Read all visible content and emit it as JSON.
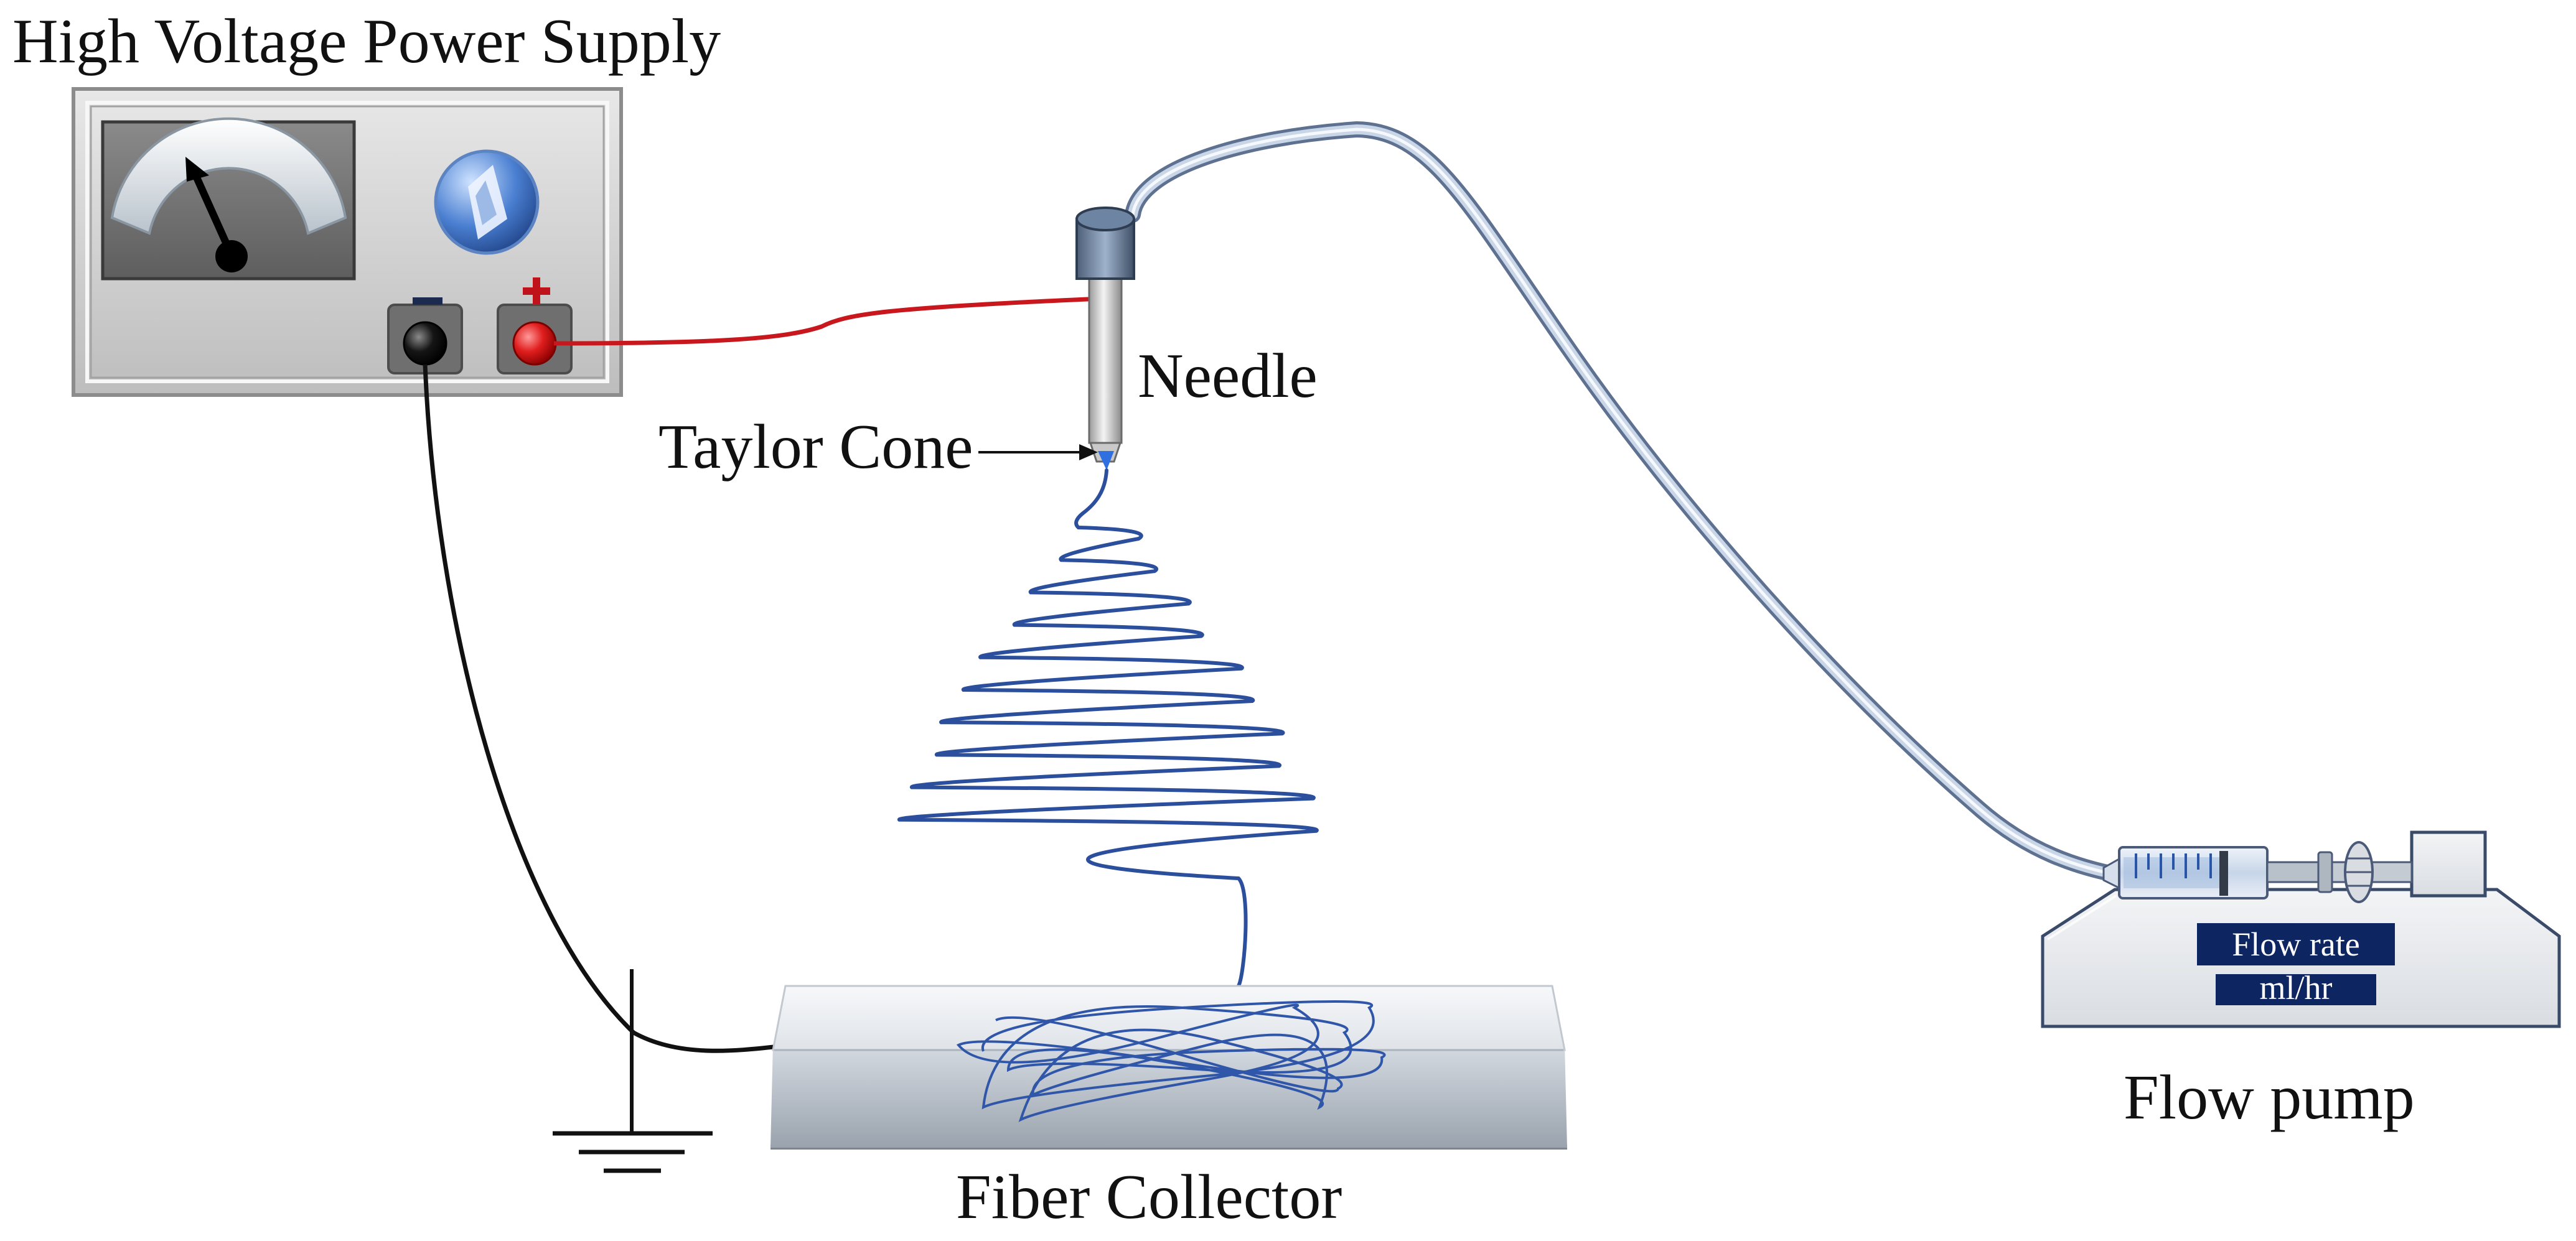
{
  "labels": {
    "power_supply": "High Voltage Power Supply",
    "needle": "Needle",
    "taylor_cone": "Taylor Cone",
    "fiber_collector": "Fiber Collector",
    "flow_pump": "Flow pump"
  },
  "pump_panel": {
    "line1": "Flow rate",
    "line2": "ml/hr"
  },
  "terminals": {
    "negative": "−",
    "positive": "+"
  },
  "colors": {
    "positive_wire": "#c8181e",
    "ground_wire": "#111111",
    "fiber": "#2b4f9c",
    "tubing": "#8fa6c4",
    "pump_label_bg": "#0d2560",
    "positive_terminal": "#d11a1a",
    "negative_terminal": "#111111"
  }
}
